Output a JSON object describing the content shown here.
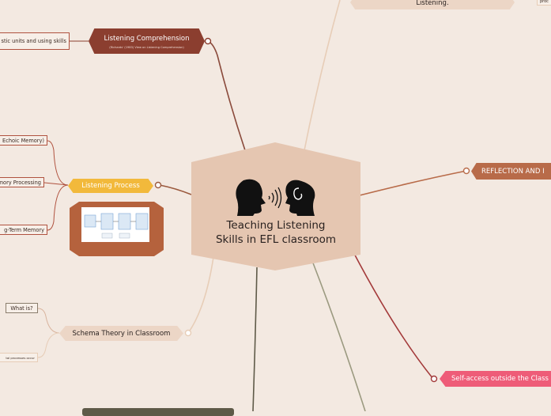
{
  "central": {
    "title_line1": "Teaching Listening",
    "title_line2": "Skills in EFL classroom",
    "icon": "speaking-listening-heads-icon"
  },
  "branches": {
    "listening_comprehension": {
      "label": "Listening Comprehension",
      "sublabel": "(Richards' (1983) View on Listening Comprehension)",
      "leaf": "stic units and using skills",
      "color": "#8b3e2f"
    },
    "listening_process": {
      "label": "Listening Process",
      "color": "#f2b93b",
      "leaves": [
        "Echoic Memory)",
        "mory Processing",
        "g-Term Memory"
      ],
      "image": "memory-process-diagram-icon"
    },
    "schema_theory": {
      "label": "Schema Theory in Classroom",
      "leaves": [
        "What is?",
        "tal processes occur"
      ]
    },
    "reflection": {
      "label": "REFLECTION AND I",
      "color": "#b86b49"
    },
    "self_access": {
      "label": "Self-access outside the Class",
      "color": "#ee5c78"
    },
    "top": {
      "label": "Listening.",
      "side_label": "proc"
    }
  }
}
